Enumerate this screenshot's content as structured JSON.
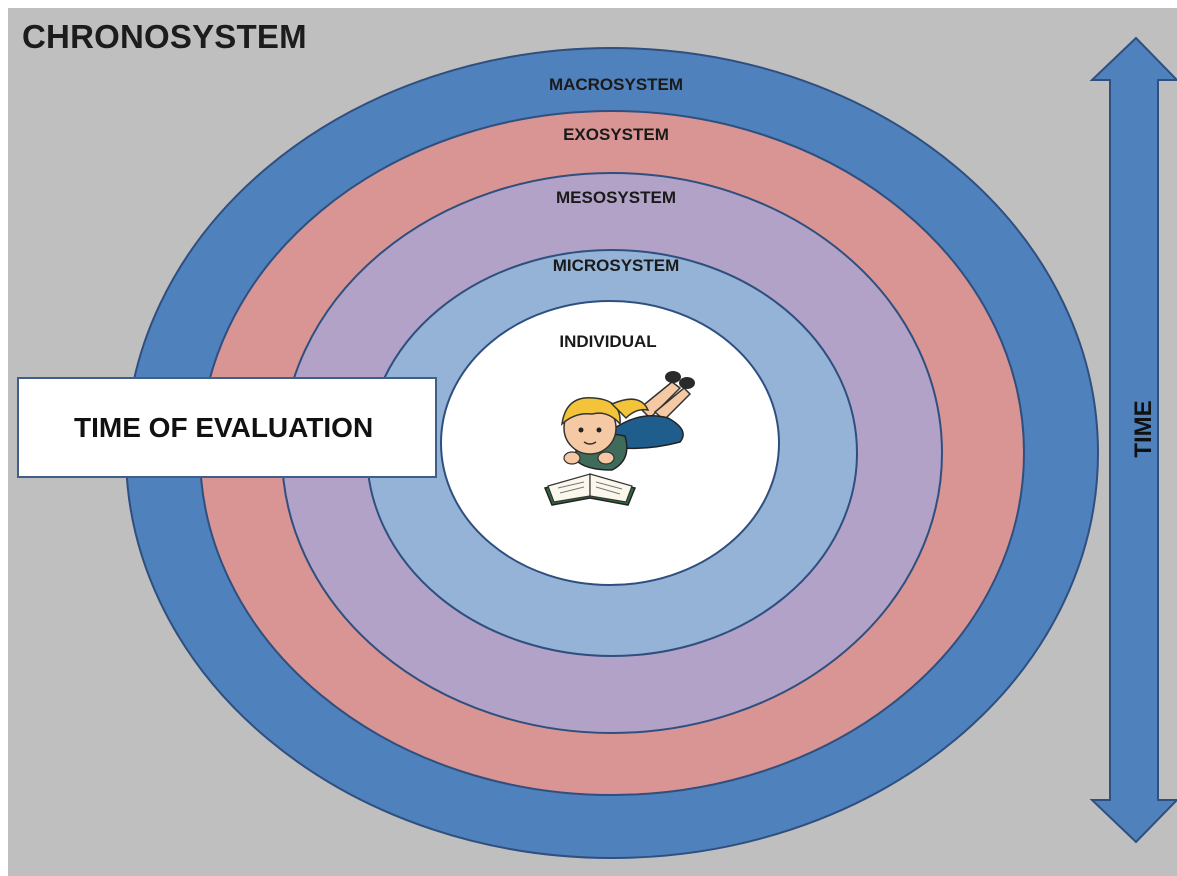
{
  "title": "CHRONOSYSTEM",
  "rings": {
    "macrosystem": {
      "label": "MACROSYSTEM",
      "color": "#4f81bd"
    },
    "exosystem": {
      "label": "EXOSYSTEM",
      "color": "#d99594"
    },
    "mesosystem": {
      "label": "MESOSYSTEM",
      "color": "#b2a2c7"
    },
    "microsystem": {
      "label": "MICROSYSTEM",
      "color": "#95b3d7"
    },
    "individual": {
      "label": "INDIVIDUAL",
      "color": "#ffffff"
    }
  },
  "evaluation_box": {
    "label": "TIME OF EVALUATION"
  },
  "time_arrow": {
    "label": "TIME",
    "color": "#4f81bd"
  },
  "background_color": "#bfbfbf",
  "outline_color": "#2f4f7f",
  "figure": {
    "icon": "child-reading-book-icon"
  }
}
